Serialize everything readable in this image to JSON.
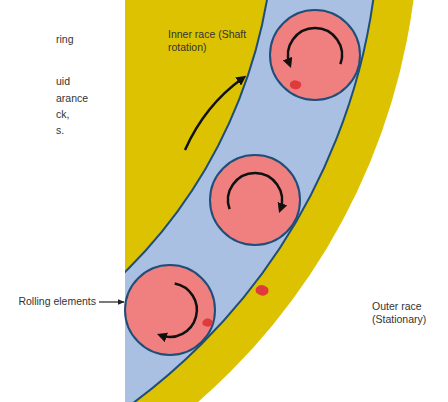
{
  "diagram": {
    "labels": [
      "ring",
      "uid",
      "arance",
      "ck,",
      "s.",
      "Inner race (Shaft rotation)",
      "Rolling elements",
      "Outer race (Stationary)"
    ]
  }
}
